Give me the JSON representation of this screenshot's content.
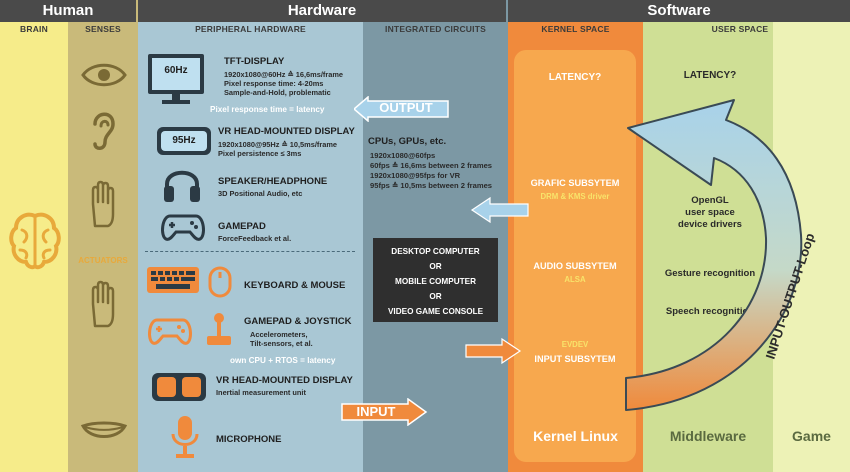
{
  "headers": {
    "human": "Human",
    "hardware": "Hardware",
    "software": "Software"
  },
  "columns": {
    "brain": "BRAIN",
    "senses": "SENSES",
    "peripheral": "PERIPHERAL HARDWARE",
    "ic": "INTEGRATED CIRCUITS",
    "kernel": "KERNEL SPACE",
    "user": "USER SPACE"
  },
  "actuators": "ACTUATORS",
  "devices": {
    "tft": {
      "badge": "60Hz",
      "title": "TFT-DISPLAY",
      "line1": "1920x1080@60Hz ≙ 16,6ms/frame",
      "line2": "Pixel response time: 4-20ms",
      "line3": "Sample-and-Hold, problematic"
    },
    "pixel_note": "Pixel response time = latency",
    "vr_out": {
      "badge": "95Hz",
      "title": "VR HEAD-MOUNTED DISPLAY",
      "line1": "1920x1080@95Hz ≙ 10,5ms/frame",
      "line2": "Pixel persistence ≤  3ms"
    },
    "speaker": {
      "title": "SPEAKER/HEADPHONE",
      "line1": "3D Positional Audio, etc"
    },
    "gamepad_out": {
      "title": "GAMEPAD",
      "line1": "ForceFeedback et al."
    },
    "keyboard": {
      "title": "KEYBOARD & MOUSE"
    },
    "gamepad_in": {
      "title": "GAMEPAD & JOYSTICK",
      "line1": "Accelerometers,",
      "line2": "Tilt-sensors, et al."
    },
    "cpu_note": "own CPU + RTOS = latency",
    "vr_in": {
      "title": "VR HEAD-MOUNTED DISPLAY",
      "line1": "Inertial measurement unit"
    },
    "mic": {
      "title": "MICROPHONE"
    }
  },
  "arrows": {
    "output": "OUTPUT",
    "input": "INPUT",
    "loop": "INPUT-OUTPUT-Loop"
  },
  "ic": {
    "title": "CPUs, GPUs, etc.",
    "lines": [
      "1920x1080@60fps",
      "60fps ≙ 16,6ms between 2 frames",
      "1920x1080@95fps for VR",
      "95fps ≙ 10,5ms between 2 frames"
    ],
    "box": [
      "DESKTOP COMPUTER",
      "OR",
      "MOBILE COMPUTER",
      "OR",
      "VIDEO GAME CONSOLE"
    ]
  },
  "kernel": {
    "latency": "LATENCY?",
    "grafic": "GRAFIC SUBSYTEM",
    "grafic_sub": "DRM & KMS driver",
    "audio": "AUDIO SUBSYTEM",
    "audio_sub": "ALSA",
    "evdev": "EVDEV",
    "input": "INPUT SUBSYTEM",
    "footer": "Kernel Linux"
  },
  "user": {
    "latency": "LATENCY?",
    "opengl1": "OpenGL",
    "opengl2": "user space",
    "opengl3": "device drivers",
    "gesture": "Gesture recognition",
    "speech": "Speech recognition",
    "middleware": "Middleware",
    "game": "Game"
  },
  "colors": {
    "brain_bg": "#f6ec8a",
    "senses_bg": "#c9ba7a",
    "peripheral_bg": "#a9c7d4",
    "ic_bg": "#7c98a4",
    "kernel_bg": "#f08a3c",
    "kernel_panel": "#f7a84e",
    "user_bg": "#cfdf95",
    "game_bg": "#edf2b6",
    "header_bg": "#4a4a4a",
    "orange": "#f08a3c",
    "blue_arrow": "#a8d2ea",
    "icon_dark": "#2b3a44",
    "gold": "#e8a93b"
  }
}
